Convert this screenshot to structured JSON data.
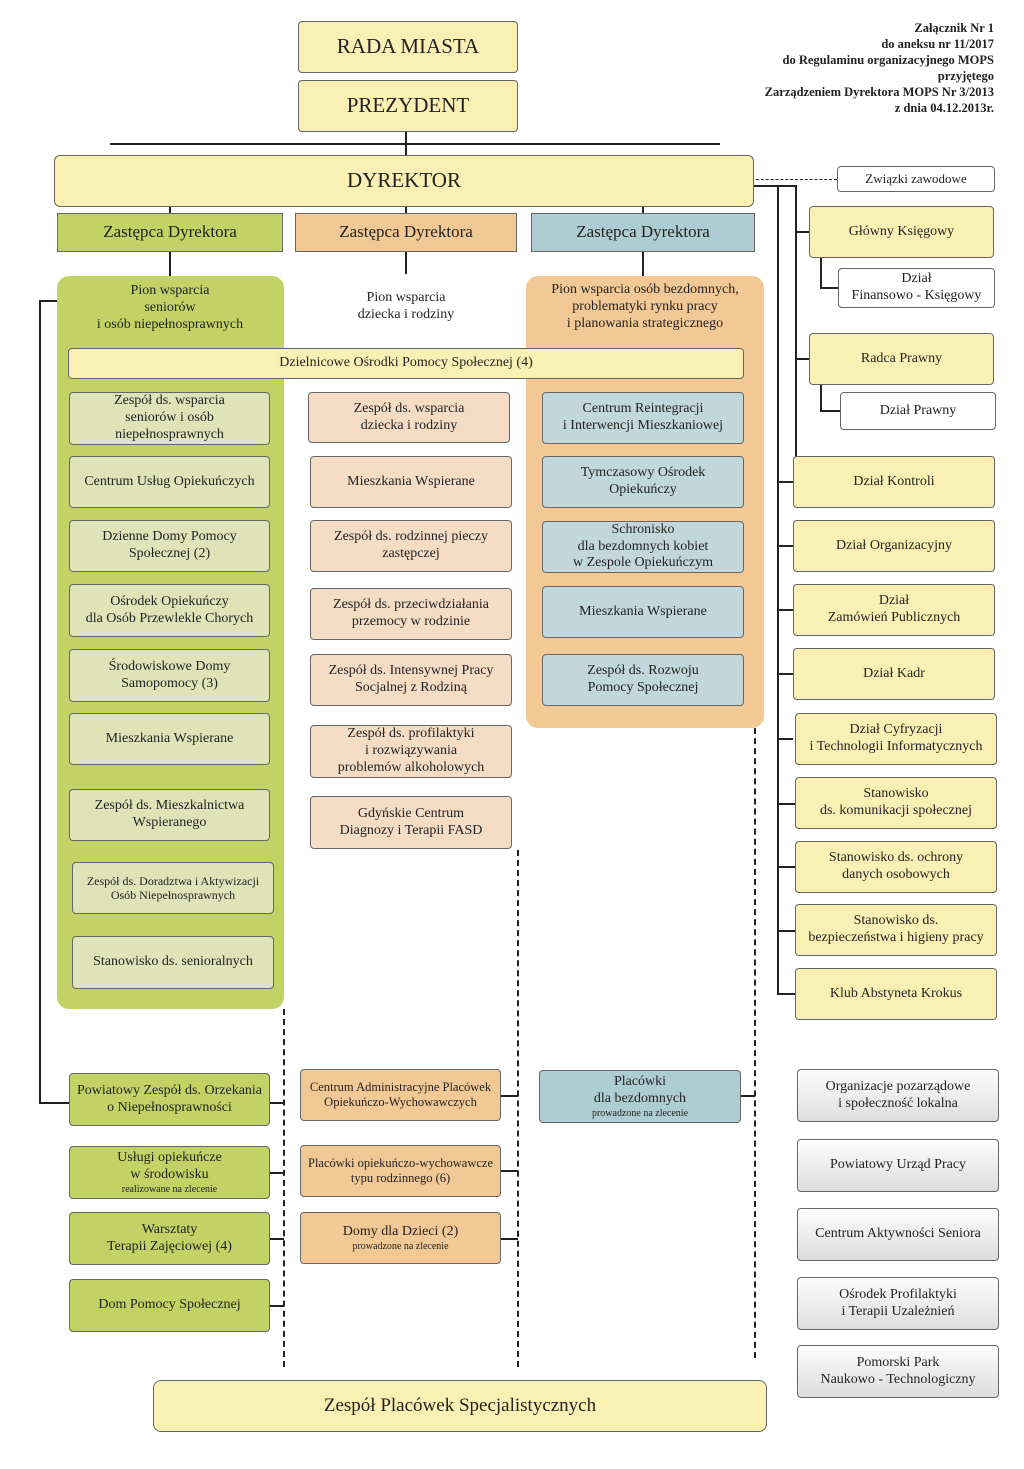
{
  "annex": [
    "Załącznik Nr 1",
    "do aneksu nr 11/2017",
    "do Regulaminu organizacyjnego MOPS",
    "przyjętego",
    "Zarządzeniem Dyrektora MOPS Nr 3/2013",
    "z dnia 04.12.2013r."
  ],
  "top": {
    "rada": "RADA MIASTA",
    "prezydent": "PREZYDENT",
    "dyrektor": "DYREKTOR",
    "zwiazki": "Związki zawodowe"
  },
  "deputies": [
    "Zastępca Dyrektora",
    "Zastępca Dyrektora",
    "Zastępca Dyrektora"
  ],
  "pillars": {
    "seniors": "Pion wsparcia\nseniorów\ni osób niepełnosprawnych",
    "children": "Pion wsparcia\ndziecka i rodziny",
    "homeless": "Pion wsparcia osób bezdomnych,\nproblematyki rynku pracy\ni planowania strategicznego"
  },
  "dops": "Dzielnicowe Ośrodki Pomocy Społecznej (4)",
  "col1": [
    "Zespół ds. wsparcia\nseniorów i osób\nniepełnosprawnych",
    "Centrum Usług Opiekuńczych",
    "Dzienne Domy Pomocy\nSpołecznej (2)",
    "Ośrodek Opiekuńczy\ndla Osób Przewlekle Chorych",
    "Środowiskowe Domy\nSamopomocy (3)",
    "Mieszkania Wspierane",
    "Zespół ds. Mieszkalnictwa\nWspieranego",
    "Zespół ds. Doradztwa i Aktywizacji\nOsób Niepełnosprawnych",
    "Stanowisko ds. senioralnych"
  ],
  "col2": [
    "Zespół ds. wsparcia\ndziecka i rodziny",
    "Mieszkania Wspierane",
    "Zespół ds. rodzinnej pieczy\nzastępczej",
    "Zespół ds. przeciwdziałania\nprzemocy w rodzinie",
    "Zespół ds. Intensywnej Pracy\nSocjalnej z Rodziną",
    "Zespół ds. profilaktyki\ni rozwiązywania\nproblemów alkoholowych",
    "Gdyńskie Centrum\nDiagnozy i Terapii FASD"
  ],
  "col3": [
    "Centrum Reintegracji\ni Interwencji Mieszkaniowej",
    "Tymczasowy Ośrodek\nOpiekuńczy",
    "Schronisko\ndla bezdomnych kobiet\nw Zespole Opiekuńczym",
    "Mieszkania Wspierane",
    "Zespół ds. Rozwoju\nPomocy Społecznej"
  ],
  "right": {
    "ksiegowy": "Główny Księgowy",
    "finansowy": "Dział\nFinansowo - Księgowy",
    "radca": "Radca Prawny",
    "prawny": "Dział Prawny",
    "units": [
      "Dział Kontroli",
      "Dział Organizacyjny",
      "Dział\nZamówień Publicznych",
      "Dział Kadr",
      "Dział Cyfryzacji\ni Technologii Informatycznych",
      "Stanowisko\nds. komunikacji społecznej",
      "Stanowisko ds. ochrony\ndanych osobowych",
      "Stanowisko ds.\nbezpieczeństwa i higieny pracy",
      "Klub Abstyneta Krokus"
    ]
  },
  "lower1": [
    {
      "t": "Powiatowy Zespół ds. Orzekania\no Niepełnosprawności",
      "s": ""
    },
    {
      "t": "Usługi opiekuńcze\nw środowisku",
      "s": "realizowane na zlecenie"
    },
    {
      "t": "Warsztaty\nTerapii Zajęciowej (4)",
      "s": ""
    },
    {
      "t": "Dom Pomocy Społecznej",
      "s": ""
    }
  ],
  "lower2": [
    {
      "t": "Centrum Administracyjne Placówek\nOpiekuńczo-Wychowawczych",
      "s": ""
    },
    {
      "t": "Placówki opiekuńczo-wychowawcze\ntypu rodzinnego (6)",
      "s": ""
    },
    {
      "t": "Domy dla Dzieci (2)",
      "s": "prowadzone na zlecenie"
    }
  ],
  "lower3": {
    "t": "Placówki\ndla bezdomnych",
    "s": "prowadzone na zlecenie"
  },
  "external": [
    "Organizacje pozarządowe\ni społeczność lokalna",
    "Powiatowy Urząd Pracy",
    "Centrum Aktywności Seniora",
    "Ośrodek Profilaktyki\ni Terapii Uzależnień",
    "Pomorski Park\nNaukowo - Technologiczny"
  ],
  "bottom": "Zespół Placówek Specjalistycznych"
}
